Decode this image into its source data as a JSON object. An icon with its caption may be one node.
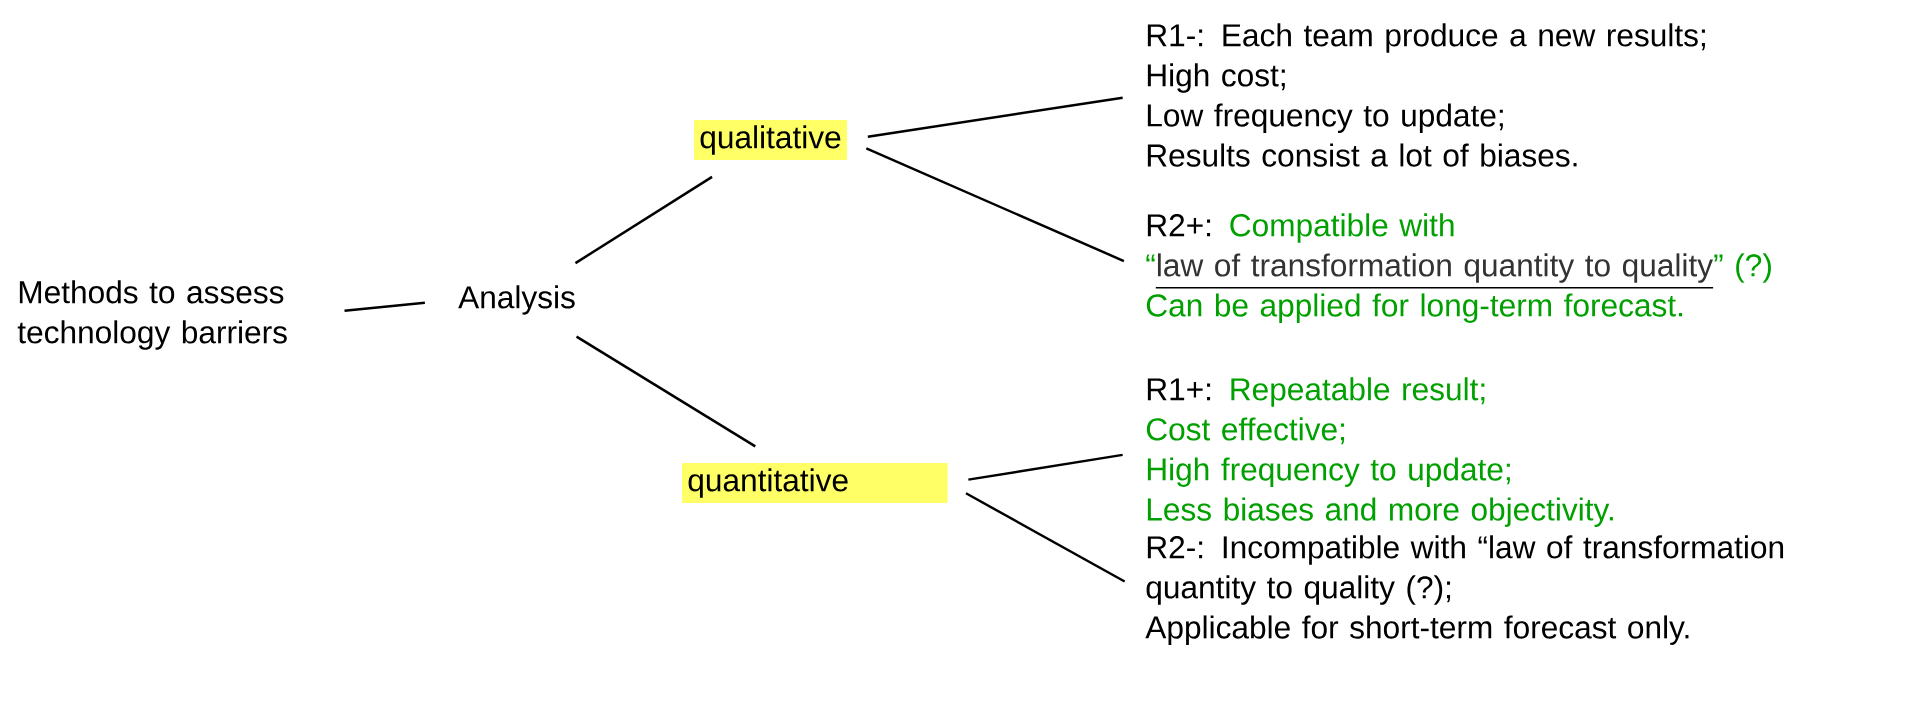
{
  "diagram": {
    "nodes": [
      {
        "text": [
          "Methods to assess technology barriers"
        ]
      },
      {
        "text": [
          "Analysis"
        ]
      },
      {
        "text": [
          "qualitative"
        ]
      },
      {
        "text": [
          "quantitative"
        ]
      },
      {
        "text": [
          "R1-: Each team produce a new results;",
          "High cost;",
          "Low frequency to update;",
          "Results consist a lot of biases."
        ]
      },
      {
        "text": [
          "R2+:",
          "Compatible with “",
          "law of transformation quantity to quality",
          "” (?)",
          "Can be applied for long-term forecast."
        ]
      },
      {
        "text": [
          "R1+:",
          "Repeatable result;",
          "Cost effective;",
          "High frequency to update;",
          "Less biases and more objectivity."
        ]
      },
      {
        "text": [
          "R2-: Incompatible with “law of transformation quantity to quality (?);",
          "Applicable for short-term forecast only."
        ]
      }
    ],
    "edges": [
      {
        "from": 0,
        "to": 1,
        "arrow": "none"
      },
      {
        "from": 1,
        "to": 2,
        "arrow": "none"
      },
      {
        "from": 1,
        "to": 3,
        "arrow": "none"
      },
      {
        "from": 2,
        "to": 4,
        "arrow": "none"
      },
      {
        "from": 2,
        "to": 5,
        "arrow": "none"
      },
      {
        "from": 3,
        "to": 6,
        "arrow": "none"
      },
      {
        "from": 3,
        "to": 7,
        "arrow": "none"
      }
    ]
  }
}
